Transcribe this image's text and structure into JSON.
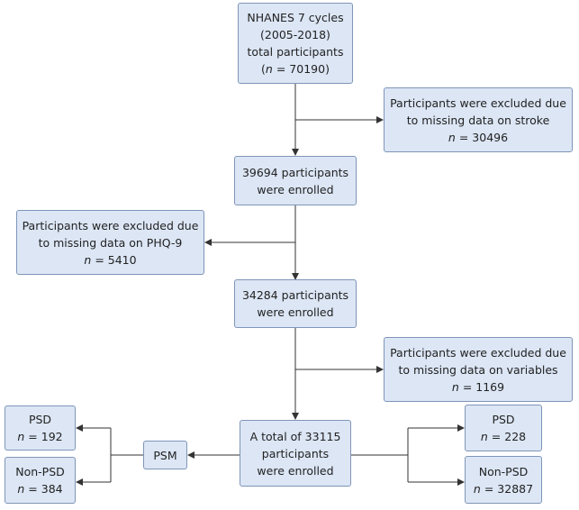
{
  "nodes": {
    "total": {
      "lines": [
        "NHANES 7 cycles",
        "(2005-2018)",
        "total participants"
      ],
      "n_label": "n",
      "n_value": "= 70190"
    },
    "excl_stroke": {
      "lines": [
        "Participants were excluded due",
        "to missing data on stroke"
      ],
      "n_label": "n",
      "n_value": "= 30496"
    },
    "enrolled_1": {
      "lines": [
        "39694 participants",
        "were enrolled"
      ]
    },
    "excl_phq": {
      "lines": [
        "Participants were excluded due",
        "to missing data on PHQ-9"
      ],
      "n_label": "n",
      "n_value": "= 5410"
    },
    "enrolled_2": {
      "lines": [
        "34284 participants",
        "were enrolled"
      ]
    },
    "excl_vars": {
      "lines": [
        "Participants were excluded due",
        "to missing data on variables"
      ],
      "n_label": "n",
      "n_value": "= 1169"
    },
    "final": {
      "lines": [
        "A total of 33115",
        "participants",
        "were enrolled"
      ]
    },
    "psm": {
      "lines": [
        "PSM"
      ]
    },
    "psd_matched": {
      "lines": [
        "PSD"
      ],
      "n_label": "n",
      "n_value": "= 192"
    },
    "nonpsd_matched": {
      "lines": [
        "Non-PSD"
      ],
      "n_label": "n",
      "n_value": "= 384"
    },
    "psd_full": {
      "lines": [
        "PSD"
      ],
      "n_label": "n",
      "n_value": "= 228"
    },
    "nonpsd_full": {
      "lines": [
        "Non-PSD"
      ],
      "n_label": "n",
      "n_value": "= 32887"
    }
  }
}
